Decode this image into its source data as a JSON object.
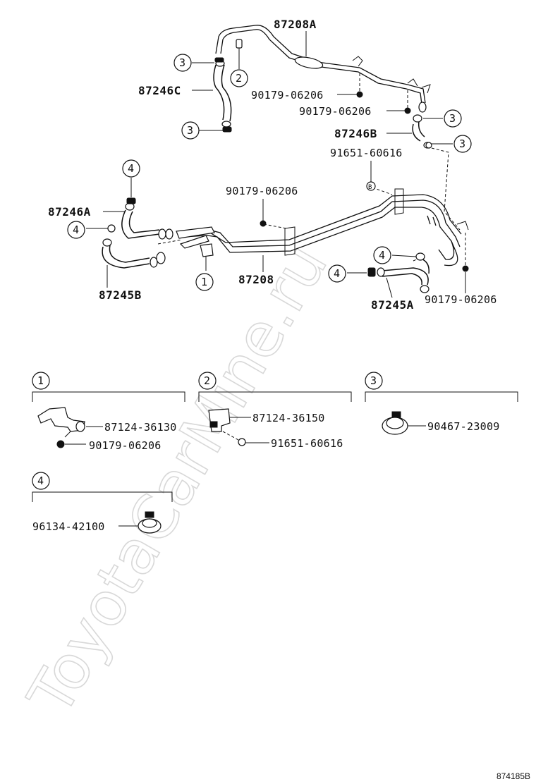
{
  "diagram": {
    "watermark": "ToyotaCarMine.ru",
    "figure_code": "874185B",
    "labels": {
      "p87208A": "87208A",
      "p87246C": "87246C",
      "p90179_a": "90179-06206",
      "p90179_b": "90179-06206",
      "p87246B": "87246B",
      "p91651": "91651-60616",
      "p90179_c": "90179-06206",
      "p87246A": "87246A",
      "p87208": "87208",
      "p87245B": "87245B",
      "p87245A": "87245A",
      "p90179_d": "90179-06206"
    },
    "callouts": {
      "c3a": "3",
      "c2": "2",
      "c3b": "3",
      "c3c": "3",
      "c3d": "3",
      "c4a": "4",
      "c4b": "4",
      "c1": "1",
      "c4c": "4",
      "c4d": "4"
    },
    "bolt_mark": "B",
    "details": {
      "d1": {
        "num": "1",
        "parts": [
          "87124-36130",
          "90179-06206"
        ]
      },
      "d2": {
        "num": "2",
        "parts": [
          "87124-36150",
          "91651-60616"
        ]
      },
      "d3": {
        "num": "3",
        "parts": [
          "90467-23009"
        ]
      },
      "d4": {
        "num": "4",
        "parts": [
          "96134-42100"
        ]
      }
    }
  }
}
